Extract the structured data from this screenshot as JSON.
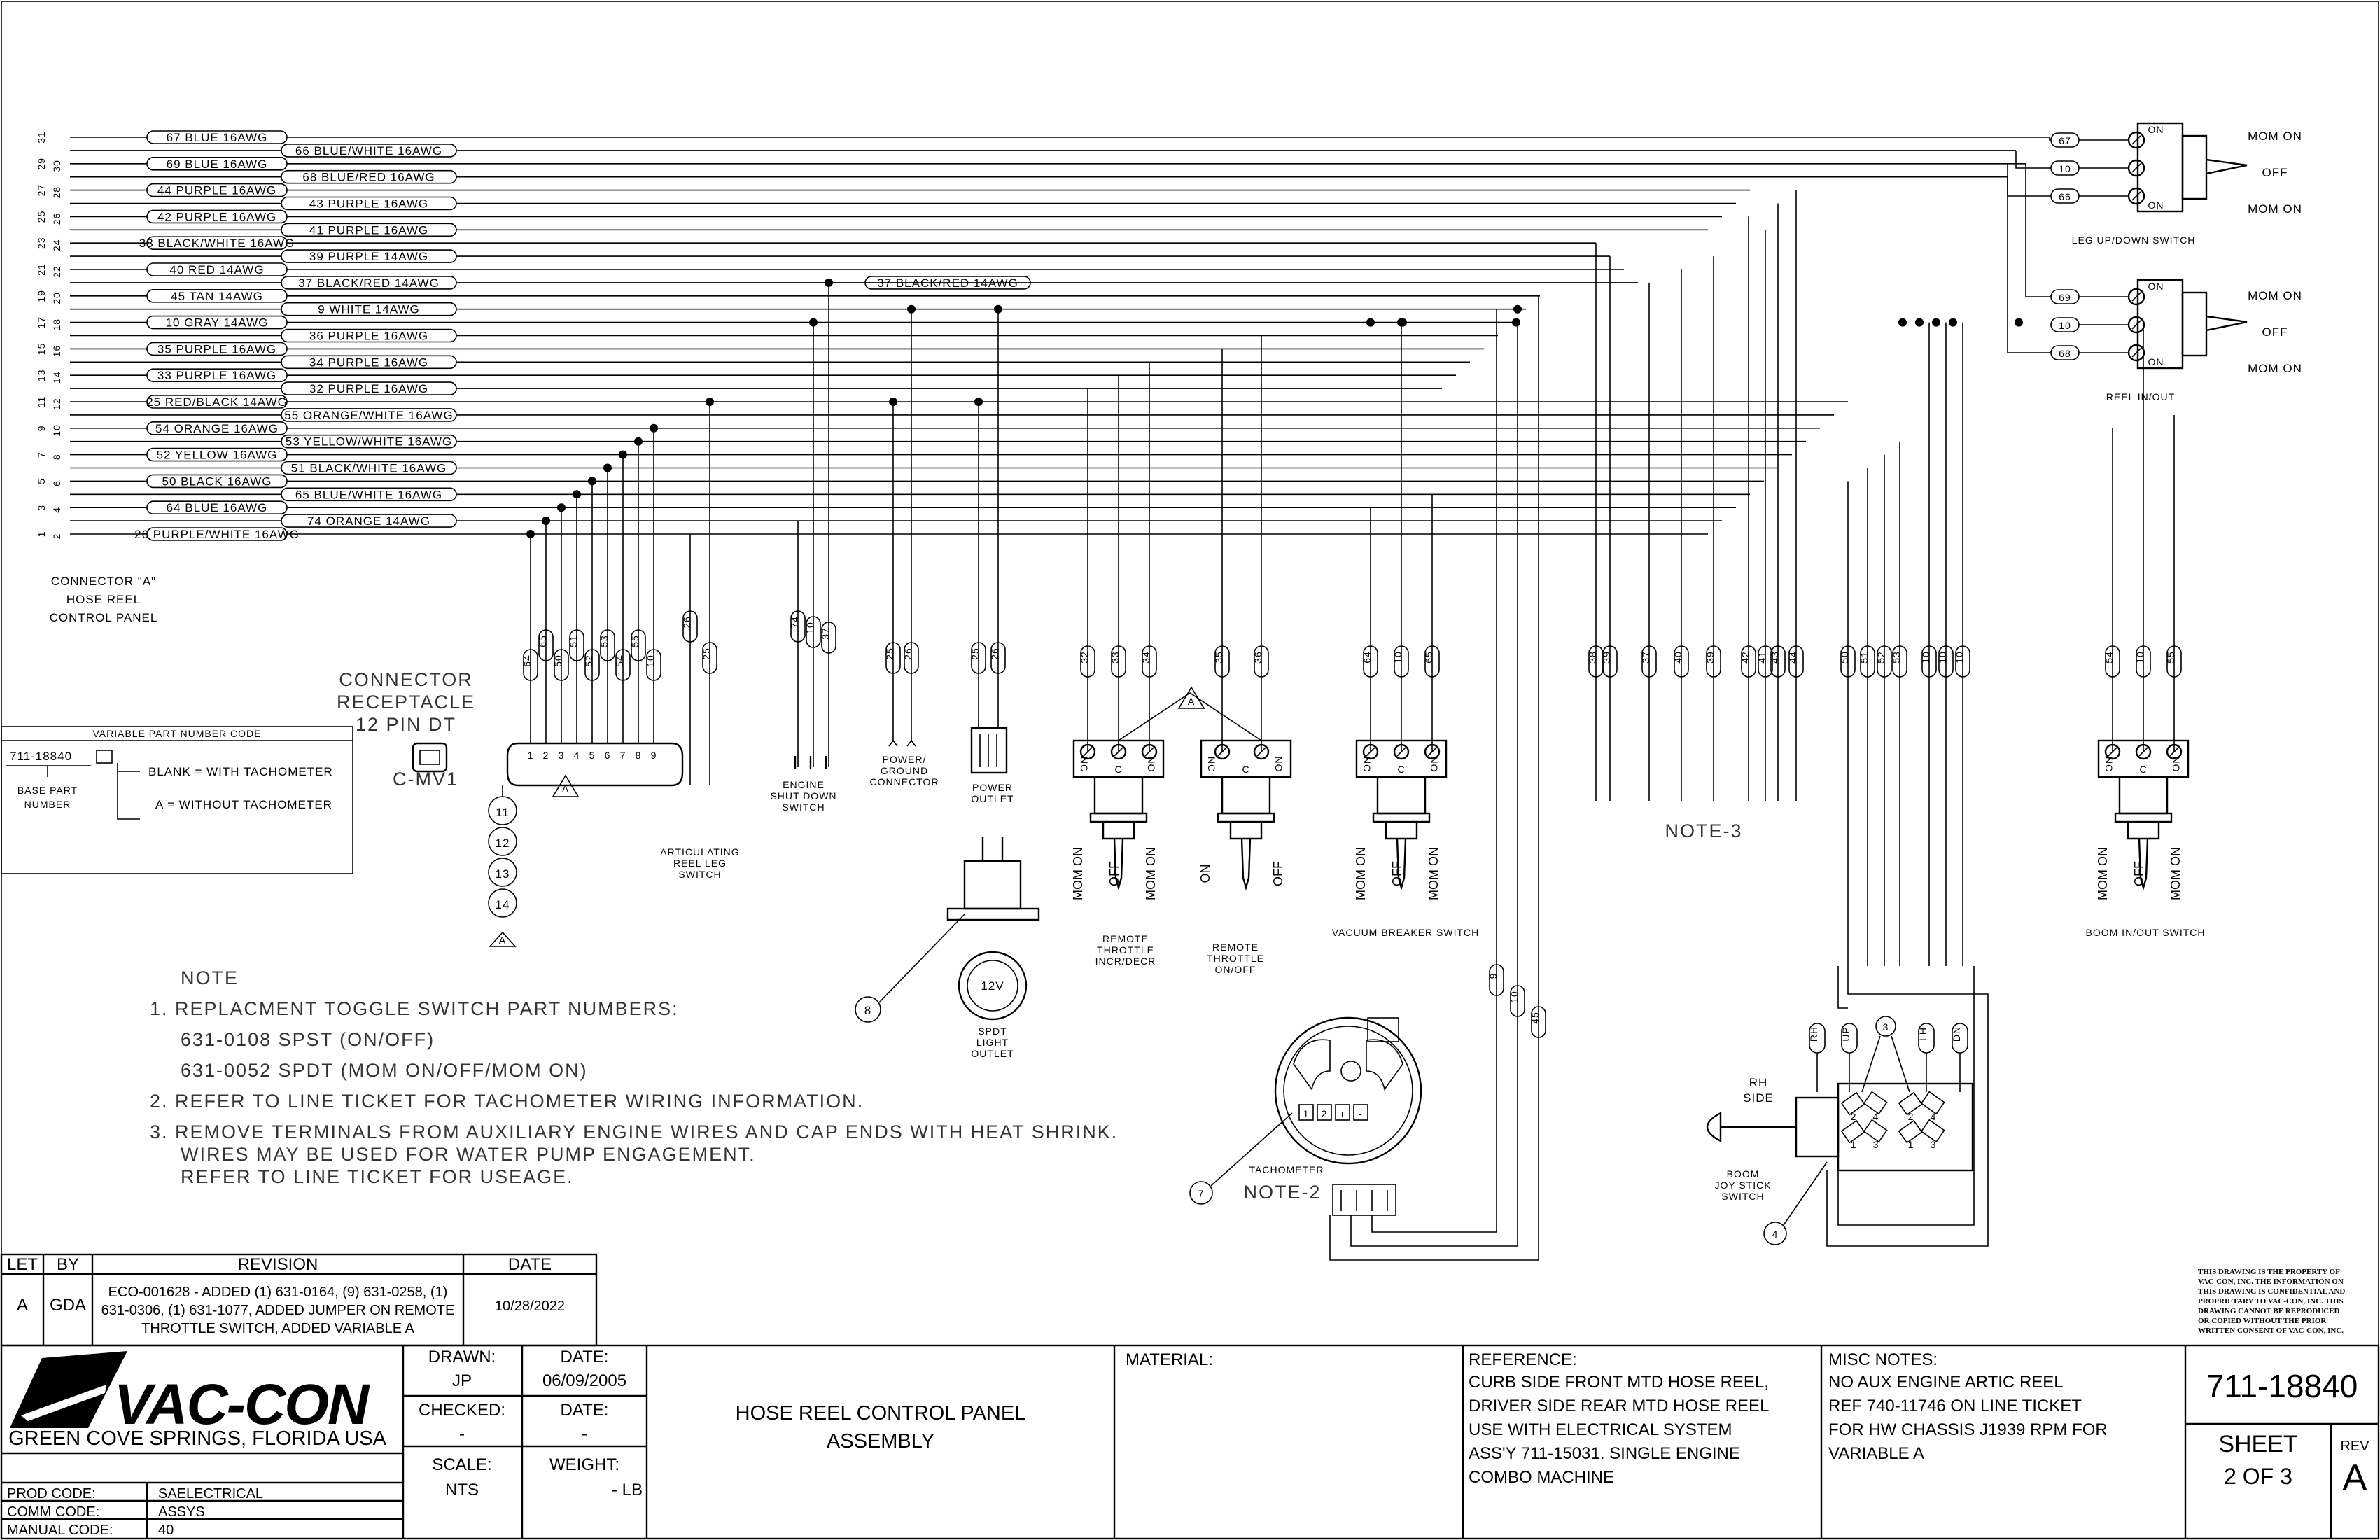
{
  "wires_left": [
    {
      "label": "67 BLUE 16AWG"
    },
    {
      "label": "66 BLUE/WHITE 16AWG"
    },
    {
      "label": "69 BLUE 16AWG"
    },
    {
      "label": "68 BLUE/RED 16AWG"
    },
    {
      "label": "44 PURPLE 16AWG"
    },
    {
      "label": "43 PURPLE 16AWG"
    },
    {
      "label": "42 PURPLE 16AWG"
    },
    {
      "label": "41 PURPLE 16AWG"
    },
    {
      "label": "38 BLACK/WHITE 16AWG"
    },
    {
      "label": "39 PURPLE 14AWG"
    },
    {
      "label": "40 RED 14AWG"
    },
    {
      "label": "37 BLACK/RED 14AWG"
    },
    {
      "label": "45 TAN 14AWG"
    },
    {
      "label": "9 WHITE 14AWG"
    },
    {
      "label": "10 GRAY 14AWG"
    },
    {
      "label": "36 PURPLE 16AWG"
    },
    {
      "label": "35 PURPLE 16AWG"
    },
    {
      "label": "34 PURPLE 16AWG"
    },
    {
      "label": "33 PURPLE 16AWG"
    },
    {
      "label": "32 PURPLE 16AWG"
    },
    {
      "label": "25 RED/BLACK 14AWG"
    },
    {
      "label": "55 ORANGE/WHITE 16AWG"
    },
    {
      "label": "54 ORANGE 16AWG"
    },
    {
      "label": "53 YELLOW/WHITE 16AWG"
    },
    {
      "label": "52 YELLOW 16AWG"
    },
    {
      "label": "51 BLACK/WHITE 16AWG"
    },
    {
      "label": "50 BLACK 16AWG"
    },
    {
      "label": "65 BLUE/WHITE 16AWG"
    },
    {
      "label": "64 BLUE 16AWG"
    },
    {
      "label": "74 ORANGE 14AWG"
    },
    {
      "label": "26 PURPLE/WHITE 16AWG"
    }
  ],
  "pin_numbers": [
    "31",
    "30",
    "29",
    "28",
    "27",
    "26",
    "25",
    "24",
    "23",
    "22",
    "21",
    "20",
    "19",
    "18",
    "17",
    "16",
    "15",
    "14",
    "13",
    "12",
    "11",
    "10",
    "9",
    "8",
    "7",
    "6",
    "5",
    "4",
    "3",
    "2",
    "1"
  ],
  "mid_wire_label": "37 BLACK/RED 14AWG",
  "connector_a_text": [
    "CONNECTOR \"A\"",
    "HOSE REEL",
    "CONTROL PANEL"
  ],
  "connector_receptacle": {
    "lines": [
      "CONNECTOR",
      "RECEPTACLE",
      "12 PIN DT"
    ],
    "id": "C-MV1",
    "pins": [
      "1",
      "2",
      "3",
      "4",
      "5",
      "6",
      "7",
      "8",
      "9"
    ],
    "wire_tags": [
      "64",
      "65",
      "50",
      "51",
      "52",
      "53",
      "54",
      "55",
      "10"
    ]
  },
  "variable_code": {
    "title": "VARIABLE PART NUMBER CODE",
    "part": "711-18840",
    "base_label": [
      "BASE PART",
      "NUMBER"
    ],
    "option1": "BLANK = WITH TACHOMETER",
    "option2": "A = WITHOUT TACHOMETER"
  },
  "circled_refs": [
    "11",
    "12",
    "13",
    "14"
  ],
  "triangle_label": "A",
  "components": {
    "artic_switch": {
      "tags": [
        "26",
        "25"
      ],
      "caption": [
        "ARTICULATING",
        "REEL LEG",
        "SWITCH"
      ]
    },
    "shutdown": {
      "tags": [
        "74",
        "10",
        "37"
      ],
      "caption": [
        "ENGINE",
        "SHUT DOWN",
        "SWITCH"
      ]
    },
    "power_ground": {
      "tags": [
        "25",
        "26"
      ],
      "caption": [
        "POWER/",
        "GROUND",
        "CONNECTOR"
      ]
    },
    "power_outlet": {
      "tags": [
        "25",
        "26"
      ],
      "caption": [
        "POWER",
        "OUTLET"
      ]
    },
    "throttle_incr": {
      "tags": [
        "32",
        "33",
        "34"
      ],
      "caption": [
        "REMOTE",
        "THROTTLE",
        "INCR/DECR"
      ],
      "positions": [
        "MOM ON",
        "OFF",
        "MOM ON"
      ]
    },
    "throttle_onoff": {
      "tags": [
        "35",
        "36"
      ],
      "caption": [
        "REMOTE",
        "THROTTLE",
        "ON/OFF"
      ],
      "positions": [
        "ON",
        "OFF"
      ]
    },
    "vacuum": {
      "tags": [
        "64",
        "10",
        "65"
      ],
      "caption": "VACUUM BREAKER SWITCH",
      "positions": [
        "MOM ON",
        "OFF",
        "MOM ON"
      ]
    },
    "boom_inout": {
      "tags": [
        "54",
        "10",
        "55"
      ],
      "caption": "BOOM IN/OUT SWITCH",
      "positions": [
        "MOM ON",
        "OFF",
        "MOM ON"
      ]
    },
    "note3_tags": [
      "38",
      "39",
      "37",
      "40",
      "39",
      "42",
      "41",
      "43",
      "44"
    ],
    "note3": "NOTE-3",
    "joystick_tags": [
      "50",
      "51",
      "52",
      "53",
      "10",
      "10",
      "10"
    ],
    "tach_tags": [
      "9",
      "10",
      "45"
    ],
    "spdt_light": {
      "caption": [
        "SPDT",
        "LIGHT",
        "OUTLET"
      ],
      "volt": "12V",
      "ref": "8"
    },
    "tachometer": {
      "caption": "TACHOMETER",
      "note": "NOTE-2",
      "ref": "7",
      "pins": [
        "1",
        "2",
        "+",
        "-"
      ]
    },
    "joystick": {
      "caption": [
        "BOOM",
        "JOY STICK",
        "SWITCH"
      ],
      "ref": "4",
      "side": [
        "RH",
        "SIDE"
      ],
      "leads": [
        "RH",
        "UP",
        "LH",
        "DN"
      ],
      "pins": [
        "2",
        "4",
        "1",
        "3",
        "2",
        "4",
        "1",
        "3"
      ],
      "circle": "3"
    },
    "nc_c_no": [
      "NC",
      "C",
      "NO"
    ]
  },
  "right_switches": {
    "leg_updown": {
      "tags": [
        "67",
        "10",
        "66"
      ],
      "caption": "LEG UP/DOWN SWITCH",
      "positions": [
        "MOM ON",
        "OFF",
        "MOM ON"
      ],
      "on": "ON"
    },
    "reel_inout": {
      "tags": [
        "69",
        "10",
        "68"
      ],
      "caption": "REEL IN/OUT",
      "positions": [
        "MOM ON",
        "OFF",
        "MOM ON"
      ],
      "on": "ON"
    }
  },
  "notes": {
    "title": "NOTE",
    "lines": [
      "1. REPLACMENT TOGGLE SWITCH PART NUMBERS:",
      "631-0108  SPST (ON/OFF)",
      "631-0052  SPDT (MOM ON/OFF/MOM ON)",
      "2. REFER TO LINE TICKET FOR TACHOMETER WIRING INFORMATION.",
      "3. REMOVE TERMINALS FROM AUXILIARY ENGINE WIRES AND CAP ENDS WITH HEAT SHRINK.",
      "WIRES MAY BE USED FOR WATER PUMP ENGAGEMENT.",
      "REFER TO LINE TICKET FOR USEAGE."
    ]
  },
  "revision": {
    "headers": [
      "LET",
      "BY",
      "REVISION",
      "DATE"
    ],
    "row": {
      "let": "A",
      "by": "GDA",
      "text": [
        "ECO-001628 - ADDED (1) 631-0164, (9) 631-0258, (1)",
        "631-0306, (1) 631-1077, ADDED JUMPER ON REMOTE",
        "THROTTLE SWITCH, ADDED VARIABLE A"
      ],
      "date": "10/28/2022"
    }
  },
  "title_block": {
    "logo": "VAC-CON",
    "location": "GREEN COVE SPRINGS, FLORIDA USA",
    "prod_code_label": "PROD CODE:",
    "prod_code": "SAELECTRICAL",
    "comm_code_label": "COMM CODE:",
    "comm_code": "ASSYS",
    "manual_code_label": "MANUAL CODE:",
    "manual_code": "40",
    "drawn_label": "DRAWN:",
    "drawn": "JP",
    "date_label": "DATE:",
    "date": "06/09/2005",
    "checked_label": "CHECKED:",
    "checked": "-",
    "date2_label": "DATE:",
    "date2": "-",
    "scale_label": "SCALE:",
    "scale": "NTS",
    "weight_label": "WEIGHT:",
    "weight": "- LB",
    "title": [
      "HOSE REEL CONTROL PANEL",
      "ASSEMBLY"
    ],
    "material_label": "MATERIAL:",
    "reference_label": "REFERENCE:",
    "reference": [
      "CURB SIDE FRONT MTD HOSE REEL,",
      "DRIVER SIDE REAR MTD HOSE REEL",
      "USE WITH ELECTRICAL SYSTEM",
      "ASS'Y 711-15031. SINGLE ENGINE",
      "COMBO MACHINE"
    ],
    "misc_label": "MISC NOTES:",
    "misc": [
      "NO AUX ENGINE ARTIC REEL",
      "REF 740-11746 ON LINE TICKET",
      "FOR HW CHASSIS J1939 RPM FOR",
      "VARIABLE A"
    ],
    "part_number": "711-18840",
    "sheet_label": "SHEET",
    "sheet": "2 OF 3",
    "rev_label": "REV",
    "rev": "A",
    "property": [
      "THIS DRAWING IS THE PROPERTY OF",
      "VAC-CON, INC.  THE INFORMATION ON",
      "THIS DRAWING IS CONFIDENTIAL AND",
      "PROPRIETARY TO VAC-CON, INC.  THIS",
      "DRAWING CANNOT BE REPRODUCED",
      "OR COPIED WITHOUT THE PRIOR",
      "WRITTEN CONSENT OF VAC-CON, INC."
    ]
  }
}
